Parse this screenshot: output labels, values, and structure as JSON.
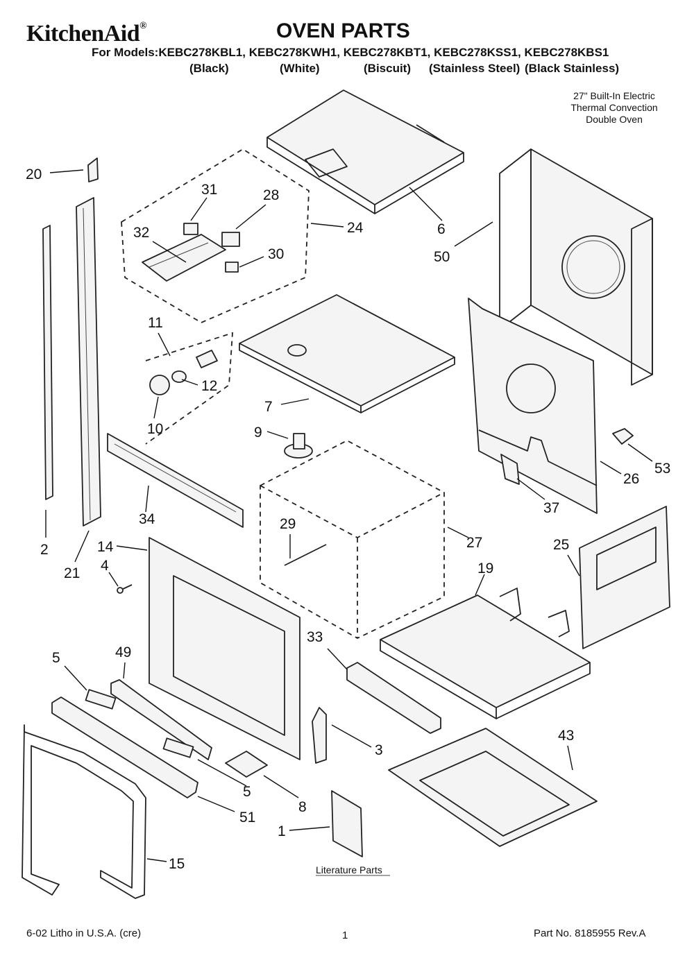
{
  "header": {
    "brand": "KitchenAid",
    "trademark": "®",
    "title": "OVEN PARTS",
    "models_line": "For Models:KEBC278KBL1, KEBC278KWH1, KEBC278KBT1, KEBC278KSS1, KEBC278KBS1",
    "variants": [
      "(Black)",
      "(White)",
      "(Biscuit)",
      "(Stainless Steel)",
      "(Black Stainless)"
    ]
  },
  "oven_type": {
    "lines": [
      "27\" Built-In Electric",
      "Thermal Convection",
      "Double Oven"
    ]
  },
  "literature_label": "Literature Parts",
  "callouts": [
    {
      "id": "c20",
      "label": "20"
    },
    {
      "id": "c31",
      "label": "31"
    },
    {
      "id": "c28",
      "label": "28"
    },
    {
      "id": "c24",
      "label": "24"
    },
    {
      "id": "c6",
      "label": "6"
    },
    {
      "id": "c50",
      "label": "50"
    },
    {
      "id": "c32",
      "label": "32"
    },
    {
      "id": "c30",
      "label": "30"
    },
    {
      "id": "c11",
      "label": "11"
    },
    {
      "id": "c12",
      "label": "12"
    },
    {
      "id": "c10",
      "label": "10"
    },
    {
      "id": "c7",
      "label": "7"
    },
    {
      "id": "c9",
      "label": "9"
    },
    {
      "id": "c53",
      "label": "53"
    },
    {
      "id": "c26",
      "label": "26"
    },
    {
      "id": "c34",
      "label": "34"
    },
    {
      "id": "c37",
      "label": "37"
    },
    {
      "id": "c2",
      "label": "2"
    },
    {
      "id": "c29",
      "label": "29"
    },
    {
      "id": "c27",
      "label": "27"
    },
    {
      "id": "c14",
      "label": "14"
    },
    {
      "id": "c25",
      "label": "25"
    },
    {
      "id": "c21",
      "label": "21"
    },
    {
      "id": "c4",
      "label": "4"
    },
    {
      "id": "c19",
      "label": "19"
    },
    {
      "id": "c33",
      "label": "33"
    },
    {
      "id": "c5a",
      "label": "5"
    },
    {
      "id": "c49",
      "label": "49"
    },
    {
      "id": "c43",
      "label": "43"
    },
    {
      "id": "c3",
      "label": "3"
    },
    {
      "id": "c5b",
      "label": "5"
    },
    {
      "id": "c8",
      "label": "8"
    },
    {
      "id": "c51",
      "label": "51"
    },
    {
      "id": "c1",
      "label": "1"
    },
    {
      "id": "c15",
      "label": "15"
    }
  ],
  "footer": {
    "litho": "6-02 Litho in U.S.A. (cre)",
    "page": "1",
    "part_no": "Part No. 8185955 Rev.A"
  }
}
